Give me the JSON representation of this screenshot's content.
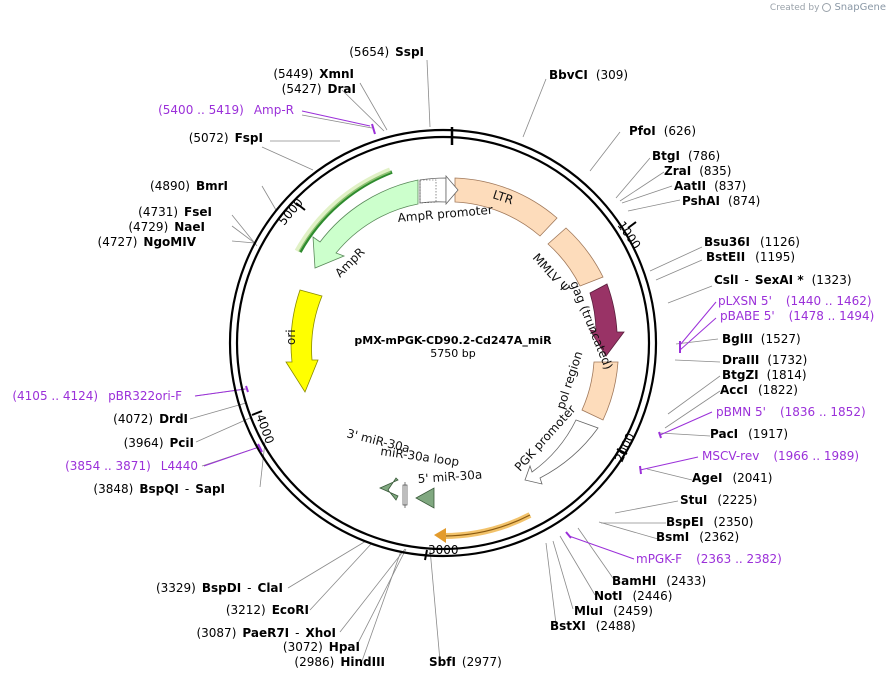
{
  "brand": {
    "created_by": "Created by",
    "name": "SnapGene"
  },
  "plasmid": {
    "name": "pMX-mPGK-CD90.2-Cd247A_miR",
    "length": "5750 bp"
  },
  "ticks": [
    "1000",
    "2000",
    "3000",
    "4000",
    "5000"
  ],
  "enzymes": [
    {
      "name": "SspI",
      "pos": "(5654)"
    },
    {
      "name": "XmnI",
      "pos": "(5449)"
    },
    {
      "name": "DraI",
      "pos": "(5427)"
    },
    {
      "name": "FspI",
      "pos": "(5072)"
    },
    {
      "name": "BmrI",
      "pos": "(4890)"
    },
    {
      "name": "FseI",
      "pos": "(4731)"
    },
    {
      "name": "NaeI",
      "pos": "(4729)"
    },
    {
      "name": "NgoMIV",
      "pos": "(4727)"
    },
    {
      "name": "DrdI",
      "pos": "(4072)"
    },
    {
      "name": "PciI",
      "pos": "(3964)"
    },
    {
      "name": "BspQI",
      "name2": "SapI",
      "pos": "(3848)"
    },
    {
      "name": "BspDI",
      "name2": "ClaI",
      "pos": "(3329)"
    },
    {
      "name": "EcoRI",
      "pos": "(3212)"
    },
    {
      "name": "PaeR7I",
      "name2": "XhoI",
      "pos": "(3087)"
    },
    {
      "name": "HpaI",
      "pos": "(3072)"
    },
    {
      "name": "HindIII",
      "pos": "(2986)"
    },
    {
      "name": "SbfI",
      "pos": "(2977)"
    },
    {
      "name": "BbvCI",
      "pos": "(309)"
    },
    {
      "name": "PfoI",
      "pos": "(626)"
    },
    {
      "name": "BtgI",
      "pos": "(786)"
    },
    {
      "name": "ZraI",
      "pos": "(835)"
    },
    {
      "name": "AatII",
      "pos": "(837)"
    },
    {
      "name": "PshAI",
      "pos": "(874)"
    },
    {
      "name": "Bsu36I",
      "pos": "(1126)"
    },
    {
      "name": "BstEII",
      "pos": "(1195)"
    },
    {
      "name": "CslI",
      "name2": "SexAI *",
      "pos": "(1323)"
    },
    {
      "name": "BglII",
      "pos": "(1527)"
    },
    {
      "name": "DraIII",
      "pos": "(1732)"
    },
    {
      "name": "BtgZI",
      "pos": "(1814)"
    },
    {
      "name": "AccI",
      "pos": "(1822)"
    },
    {
      "name": "PacI",
      "pos": "(1917)"
    },
    {
      "name": "AgeI",
      "pos": "(2041)"
    },
    {
      "name": "StuI",
      "pos": "(2225)"
    },
    {
      "name": "BspEI",
      "pos": "(2350)"
    },
    {
      "name": "BsmI",
      "pos": "(2362)"
    },
    {
      "name": "BamHI",
      "pos": "(2433)"
    },
    {
      "name": "NotI",
      "pos": "(2446)"
    },
    {
      "name": "MluI",
      "pos": "(2459)"
    },
    {
      "name": "BstXI",
      "pos": "(2488)"
    }
  ],
  "primers": [
    {
      "name": "Amp-R",
      "range": "(5400 .. 5419)"
    },
    {
      "name": "pBR322ori-F",
      "range": "(4105 .. 4124)"
    },
    {
      "name": "L4440",
      "range": "(3854 .. 3871)"
    },
    {
      "name": "pLXSN 5'",
      "range": "(1440 .. 1462)"
    },
    {
      "name": "pBABE 5'",
      "range": "(1478 .. 1494)"
    },
    {
      "name": "pBMN 5'",
      "range": "(1836 .. 1852)"
    },
    {
      "name": "MSCV-rev",
      "range": "(1966 .. 1989)"
    },
    {
      "name": "mPGK-F",
      "range": "(2363 .. 2382)"
    }
  ],
  "features": [
    {
      "name": "LTR",
      "color": "#fddcbb"
    },
    {
      "name": "MMLV Ψ",
      "color": "#fddcbb"
    },
    {
      "name": "gag (truncated)",
      "color": "#993366"
    },
    {
      "name": "pol region",
      "color": "#fddcbb"
    },
    {
      "name": "PGK promoter",
      "color": "#ffffff"
    },
    {
      "name": "AmpR promoter",
      "color": "#ffffff"
    },
    {
      "name": "AmpR",
      "color": "#ccffcc"
    },
    {
      "name": "ori",
      "color": "#ffff00"
    },
    {
      "name": "miR-30a loop",
      "color": "#669966"
    },
    {
      "name": "3' miR-30a",
      "color": "#669966"
    },
    {
      "name": "5' miR-30a",
      "color": "#669966"
    }
  ],
  "colors": {
    "primer": "#9b30d9",
    "backbone": "#000000",
    "leader": "#888888",
    "gag": "#993366",
    "ampr": "#ccffcc",
    "ori": "#ffff00",
    "ltr": "#fddcbb",
    "mir": "#80a880",
    "cd90_arc": "#e39b2c",
    "ampr_arc": "#2e8b2e"
  }
}
